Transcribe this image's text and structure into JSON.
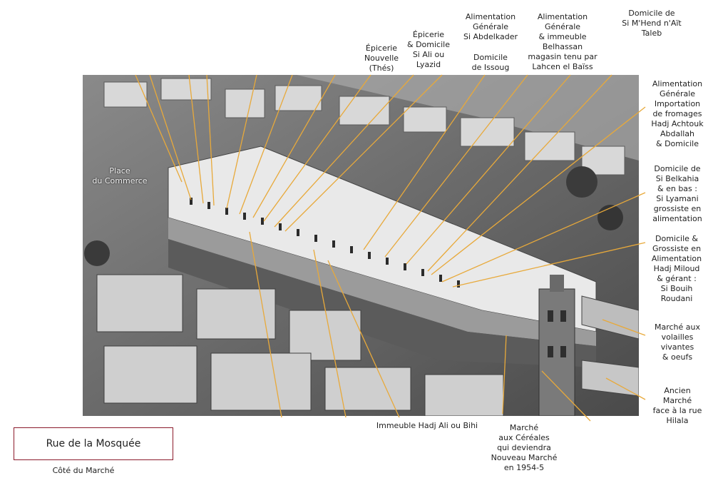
{
  "title": "Rue de la Mosquée",
  "subtitle": "Côté du Marché",
  "place_label": "Place\ndu Commerce",
  "colors": {
    "leader": "#e8a93a",
    "title_border": "#8b1a2b"
  },
  "labels": [
    {
      "id": "epicerie-nouvelle",
      "text": "Épicerie\nNouvelle\n(Thés)"
    },
    {
      "id": "epicerie-domicile-ali",
      "text": "Épicerie\n& Domicile\nSi Ali ou\nLyazid"
    },
    {
      "id": "alimentation-abdelkader",
      "text": "Alimentation\nGénérale\nSi Abdelkader"
    },
    {
      "id": "domicile-issoug",
      "text": "Domicile\nde Issoug"
    },
    {
      "id": "alimentation-belhassan",
      "text": "Alimentation\nGénérale\n& immeuble\nBelhassan\nmagasin tenu par\nLahcen el Baïss"
    },
    {
      "id": "domicile-si-mhend",
      "text": "Domicile de\nSi M'Hend n'Aït\nTaleb"
    },
    {
      "id": "alimentation-achtouk",
      "text": "Alimentation\nGénérale\nImportation\nde fromages\nHadj Achtouk\nAbdallah\n& Domicile"
    },
    {
      "id": "domicile-belkahia",
      "text": "Domicile de\nSi Belkahia\n& en bas :\nSi Lyamani\ngrossiste en\nalimentation"
    },
    {
      "id": "domicile-hadj-miloud",
      "text": "Domicile &\nGrossiste en\nAlimentation\nHadj Miloud\n& gérant :\nSi Bouih\nRoudani"
    },
    {
      "id": "marche-volailles",
      "text": "Marché aux\nvolailles\nvivantes\n& oeufs"
    },
    {
      "id": "ancien-marche",
      "text": "Ancien\nMarché\nface à la rue\nHilala"
    },
    {
      "id": "marche-cereales",
      "text": "Marché\naux Céréales\nqui deviendra\nNouveau Marché\nen 1954-5"
    },
    {
      "id": "immeuble-hadj-ali",
      "text": "Immeuble Hadj Ali ou Bihi"
    }
  ]
}
